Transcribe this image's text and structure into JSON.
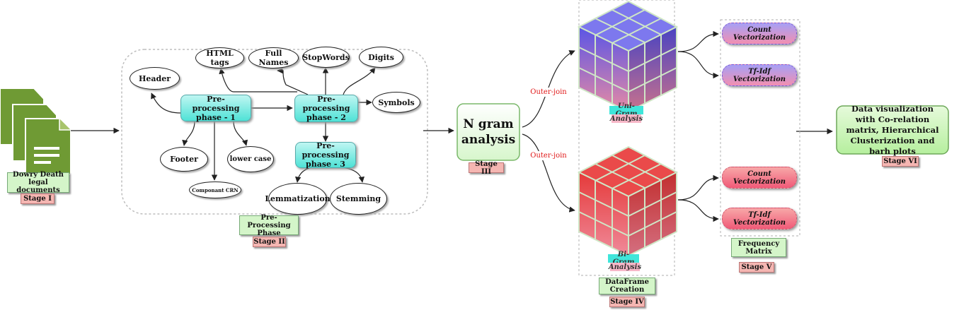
{
  "colors": {
    "accent_cyan": "#4fe2d6",
    "stage_tag": "#f5b6b2",
    "green_tag": "#d4f5c9",
    "doc_icon": "#6f9a34",
    "unigram_cube": "#6b64e8",
    "bigram_cube": "#e24848",
    "final_box": "#ccf5b8"
  },
  "stage1": {
    "icon": "document-stack-icon",
    "label_line1": "Dowry Death",
    "label_line2": "legal documents",
    "stage": "Stage I"
  },
  "stage2": {
    "phase1": "Pre-processing phase - 1",
    "phase2": "Pre-processing phase - 2",
    "phase3": "Pre-processing phase - 3",
    "nodes": {
      "header": "Header",
      "footer": "Footer",
      "lower_case": "lower case",
      "component_crn": "Componant CRN",
      "html_tags": "HTML tags",
      "full_names": "Full Names",
      "stopwords": "StopWords",
      "digits": "Digits",
      "symbols": "Symbols",
      "lemmatization": "Lemmatization",
      "stemming": "Stemming"
    },
    "label": "Pre-Processing Phase",
    "stage": "Stage II"
  },
  "stage3": {
    "label": "N gram analysis",
    "stage": "Stage III",
    "outer_join_top": "Outer-join",
    "outer_join_bottom": "Outer-join"
  },
  "stage4": {
    "unigram_line1": "Uni-Gram",
    "unigram_line2": "Analysis",
    "bigram_line1": "Bi-Gram",
    "bigram_line2": "Analysis",
    "label_line1": "DataFrame",
    "label_line2": "Creation",
    "stage": "Stage IV"
  },
  "stage5": {
    "count_top": "Count Vectorization",
    "tfidf_top": "Tf-Idf Vectorization",
    "count_bottom": "Count Vectorization",
    "tfidf_bottom": "Tf-Idf Vectorization",
    "label_line1": "Frequency",
    "label_line2": "Matrix",
    "stage": "Stage V"
  },
  "stage6": {
    "label": "Data visualization with Co-relation matrix, Hierarchical Clusterization and barh plots",
    "stage": "Stage VI"
  }
}
